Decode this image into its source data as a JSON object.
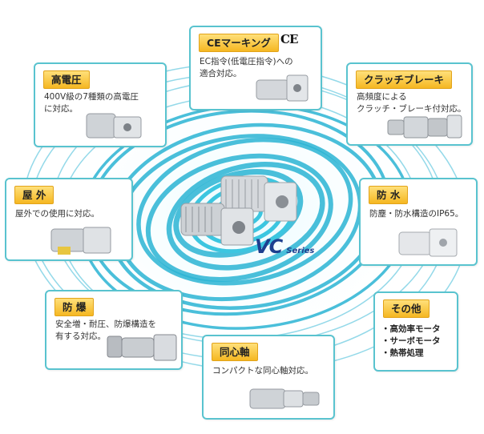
{
  "center": {
    "logo_main": "VC",
    "logo_sub": "Series"
  },
  "cards": {
    "ce": {
      "tag": "CEマーキング",
      "mark": "CE",
      "desc": "EC指令(低電圧指令)への\n適合対応。"
    },
    "high_voltage": {
      "tag": "高電圧",
      "desc": "400V級の7種類の高電圧\nに対応。"
    },
    "clutch": {
      "tag": "クラッチブレーキ",
      "desc": "高頻度による\nクラッチ・ブレーキ付対応。"
    },
    "outdoor": {
      "tag": "屋 外",
      "desc": "屋外での使用に対応。"
    },
    "waterproof": {
      "tag": "防 水",
      "desc": "防塵・防水構造のIP65。"
    },
    "explosion": {
      "tag": "防 爆",
      "desc": "安全増・耐圧、防爆構造を\n有する対応。"
    },
    "coaxial": {
      "tag": "同心軸",
      "desc": "コンパクトな同心軸対応。"
    },
    "other": {
      "tag": "その他",
      "items": [
        "高効率モータ",
        "サーボモータ",
        "熱帯処理"
      ]
    }
  },
  "colors": {
    "card_border": "#59c3cf",
    "tag_fill": "#f5b722",
    "swirl": "#2ab4d4",
    "logo": "#1d3f8f"
  }
}
